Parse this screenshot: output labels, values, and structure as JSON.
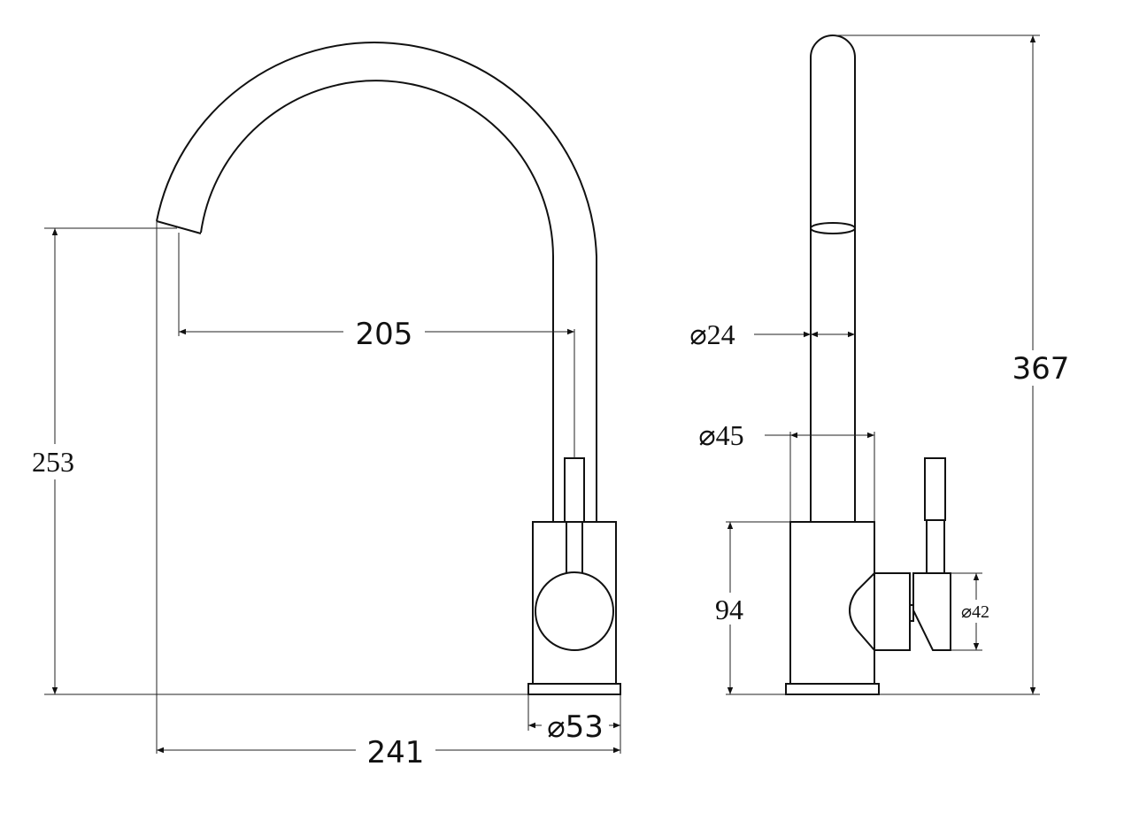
{
  "views": {
    "front": {
      "spout_reach": "205",
      "spout_height": "253",
      "total_width": "241",
      "base_diameter": "⌀53"
    },
    "side": {
      "total_height": "367",
      "spout_diameter": "⌀24",
      "body_diameter": "⌀45",
      "body_height": "94",
      "handle_diameter": "⌀42"
    }
  },
  "colors": {
    "line": "#111111",
    "background": "#ffffff"
  }
}
